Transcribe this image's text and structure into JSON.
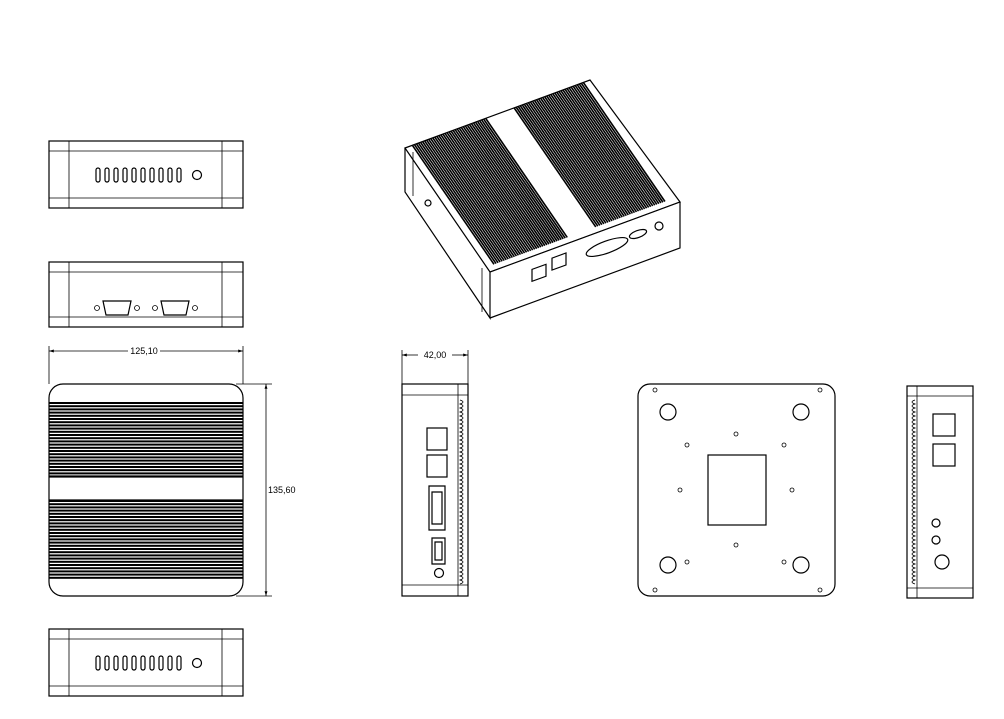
{
  "dimensions": {
    "width": "125,10",
    "depth": "135,60",
    "height": "42,00"
  },
  "colors": {
    "line": "#000000",
    "background": "#ffffff"
  }
}
